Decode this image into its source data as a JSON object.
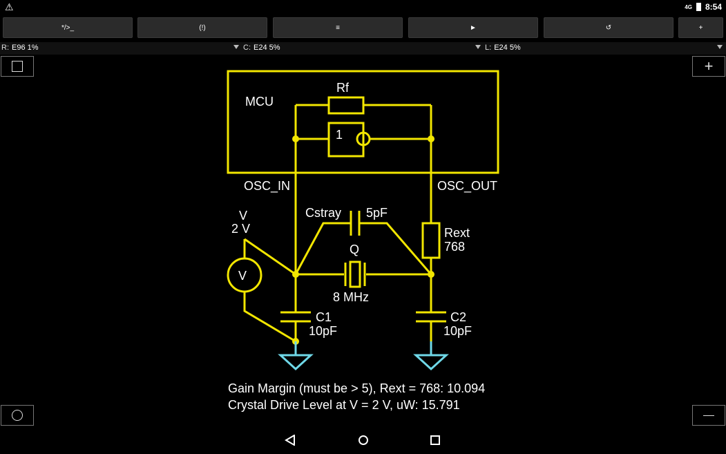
{
  "status": {
    "warning_icon": "warning-icon",
    "network": "4G",
    "time": "8:54"
  },
  "toolbar": {
    "btn_code": "*/>_",
    "btn_info": "(!)",
    "btn_menu": "≡",
    "btn_play": "►",
    "btn_reset": "↺",
    "btn_add": "+"
  },
  "selectors": {
    "r_key": "R:",
    "r_val": "E96 1%",
    "c_key": "C:",
    "c_val": "E24 5%",
    "l_key": "L:",
    "l_val": "E24 5%"
  },
  "schematic": {
    "mcu": "MCU",
    "rf": "Rf",
    "inv": "1",
    "osc_in": "OSC_IN",
    "osc_out": "OSC_OUT",
    "cstray": "Cstray",
    "cstray_val": "5pF",
    "q": "Q",
    "q_val": "8 MHz",
    "rext": "Rext",
    "rext_val": "768",
    "v_name": "V",
    "v_val": "2 V",
    "v_sym": "V",
    "c1": "C1",
    "c1_val": "10pF",
    "c2": "C2",
    "c2_val": "10pF"
  },
  "results": {
    "line1": "Gain Margin (must be > 5), Rext = 768: 10.094",
    "line2": "Crystal Drive Level at V = 2 V, uW: 15.791"
  },
  "colors": {
    "wire": "#f2e600",
    "ground": "#6fd8e8",
    "background": "#000000"
  }
}
